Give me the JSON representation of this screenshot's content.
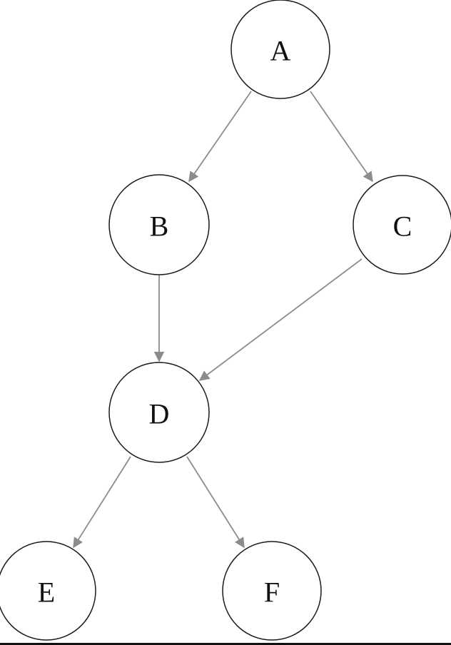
{
  "diagram": {
    "type": "directed-graph",
    "colors": {
      "edge": "#8c8c8c",
      "node_stroke": "#1a1a1a",
      "node_fill": "#ffffff",
      "label": "#111111"
    },
    "nodes": [
      {
        "id": "A",
        "label": "A"
      },
      {
        "id": "B",
        "label": "B"
      },
      {
        "id": "C",
        "label": "C"
      },
      {
        "id": "D",
        "label": "D"
      },
      {
        "id": "E",
        "label": "E"
      },
      {
        "id": "F",
        "label": "F"
      }
    ],
    "edges": [
      {
        "from": "A",
        "to": "B"
      },
      {
        "from": "A",
        "to": "C"
      },
      {
        "from": "B",
        "to": "D"
      },
      {
        "from": "C",
        "to": "D"
      },
      {
        "from": "D",
        "to": "E"
      },
      {
        "from": "D",
        "to": "F"
      }
    ]
  }
}
